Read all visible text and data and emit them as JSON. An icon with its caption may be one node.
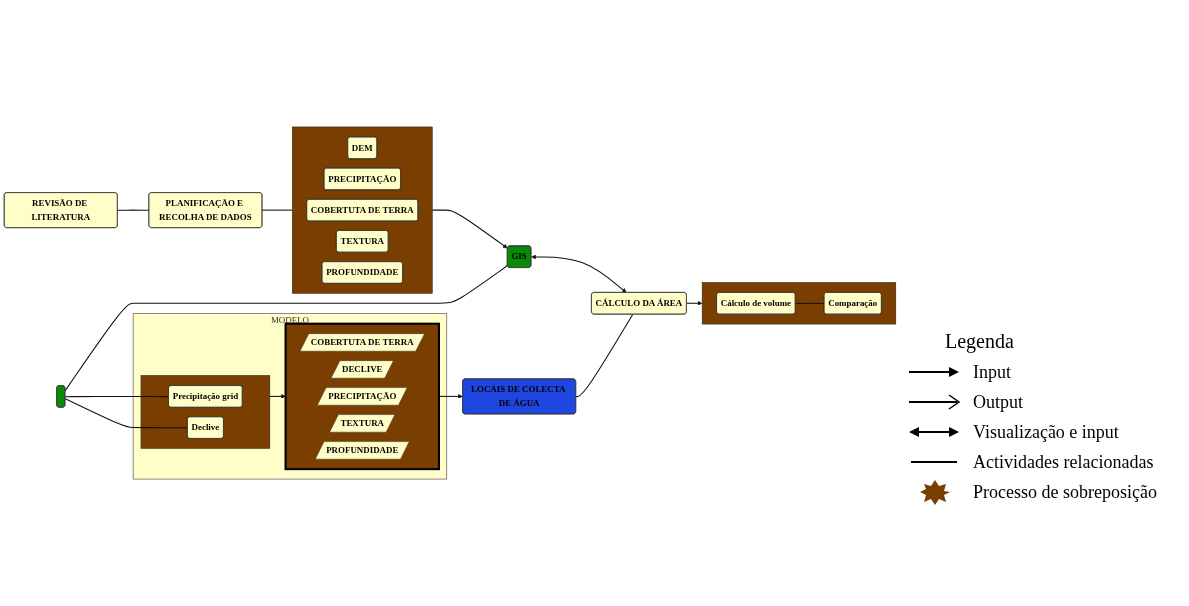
{
  "diagram": {
    "nodes": [
      {
        "text": [
          "REVISÃO DE LITERATURA"
        ]
      },
      {
        "text": [
          "PLANIFICAÇÃO E RECOLHA DE DADOS"
        ]
      },
      {
        "text": [],
        "shape": "box"
      },
      {
        "text": [
          "DEM"
        ],
        "in": 2
      },
      {
        "text": [
          "PRECIPITAÇÃO"
        ],
        "in": 2
      },
      {
        "text": [
          "COBERTUTA DE TERRA"
        ],
        "in": 2
      },
      {
        "text": [
          "TEXTURA"
        ],
        "in": 2
      },
      {
        "text": [
          "PROFUNDIDADE"
        ],
        "in": 2
      },
      {
        "text": [],
        "shape": "box"
      },
      {
        "text": [
          "GIS"
        ]
      },
      {
        "text": [
          "MODELO"
        ]
      },
      {
        "text": [],
        "shape": "box",
        "in": 10
      },
      {
        "text": [
          "Precipitação grid"
        ],
        "in": 11
      },
      {
        "text": [
          "Declive"
        ],
        "in": 11
      },
      {
        "text": [],
        "shape": "star",
        "in": 10
      },
      {
        "text": [
          "COBERTUTA DE TERRA"
        ],
        "in": 14
      },
      {
        "text": [
          "DECLIVE"
        ],
        "in": 14
      },
      {
        "text": [
          "PRECIPITAÇÃO"
        ],
        "in": 14
      },
      {
        "text": [
          "TEXTURA"
        ],
        "in": 14
      },
      {
        "text": [
          "PROFUNDIDADE"
        ],
        "in": 14
      },
      {
        "text": [
          "CÁLCULO DA ÁREA"
        ]
      },
      {
        "text": [
          "LOCAIS DE COLECTA DE ÁGUA"
        ]
      },
      {
        "text": [],
        "shape": "box"
      },
      {
        "text": [
          "Cálculo de volume"
        ],
        "in": 22
      },
      {
        "text": [
          "Comparação"
        ],
        "in": 22
      }
    ],
    "edges": [
      {
        "from": 0,
        "to": 1,
        "arrow": "none"
      },
      {
        "from": 1,
        "to": 2,
        "arrow": "none"
      },
      {
        "from": 2,
        "to": 9,
        "arrow": "to"
      },
      {
        "from": 8,
        "to": 9,
        "arrow": "none"
      },
      {
        "from": 9,
        "to": 20,
        "arrow": "both"
      },
      {
        "from": 8,
        "to": 12,
        "arrow": "none"
      },
      {
        "from": 8,
        "to": 13,
        "arrow": "none"
      },
      {
        "from": 11,
        "to": 14,
        "arrow": "to"
      },
      {
        "from": 14,
        "to": 21,
        "arrow": "to"
      },
      {
        "from": 21,
        "to": 20,
        "arrow": "none"
      },
      {
        "from": 20,
        "to": 22,
        "arrow": "to"
      },
      {
        "from": 23,
        "to": 24,
        "arrow": "none"
      }
    ],
    "labels": [
      "Legenda"
    ],
    "legend": [
      {
        "text": "Input"
      },
      {
        "text": "Output"
      },
      {
        "text": "Visualização e input"
      },
      {
        "text": "Actividades relacionadas"
      },
      {
        "text": "Processo de sobreposição"
      }
    ]
  }
}
